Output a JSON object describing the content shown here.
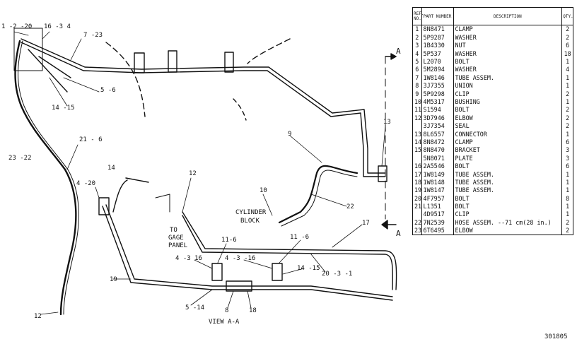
{
  "diagram": {
    "callouts": [
      {
        "id": "c1",
        "text": "1 -2 -20"
      },
      {
        "id": "c2",
        "text": "16 -3 4"
      },
      {
        "id": "c3",
        "text": "7 -23"
      },
      {
        "id": "c4",
        "text": "5 -6"
      },
      {
        "id": "c5",
        "text": "14 -15"
      },
      {
        "id": "c6",
        "text": "21 - 6"
      },
      {
        "id": "c7",
        "text": "23 -22"
      },
      {
        "id": "c8",
        "text": "4 -20"
      },
      {
        "id": "c9",
        "text": "14"
      },
      {
        "id": "c10",
        "text": "12"
      },
      {
        "id": "c11",
        "text": "9"
      },
      {
        "id": "c12",
        "text": "13"
      },
      {
        "id": "c13",
        "text": "10"
      },
      {
        "id": "c14",
        "text": "22"
      },
      {
        "id": "c15",
        "text": "17"
      },
      {
        "id": "c16",
        "text": "11-6"
      },
      {
        "id": "c17",
        "text": "11 -6"
      },
      {
        "id": "c18",
        "text": "4 -3 16"
      },
      {
        "id": "c19",
        "text": "4 -3 -16"
      },
      {
        "id": "c20",
        "text": "14 -15"
      },
      {
        "id": "c21",
        "text": "20 -3 -1"
      },
      {
        "id": "c22",
        "text": "19"
      },
      {
        "id": "c23",
        "text": "5 -14"
      },
      {
        "id": "c24",
        "text": "8"
      },
      {
        "id": "c25",
        "text": "18"
      },
      {
        "id": "c26",
        "text": "12"
      }
    ],
    "labels": {
      "cylinder_block_1": "CYLINDER",
      "cylinder_block_2": "BLOCK",
      "to_gage_1": "TO",
      "to_gage_2": "GAGE",
      "to_gage_3": "PANEL",
      "view": "VIEW A-A",
      "section_top": "A",
      "section_bottom": "A"
    }
  },
  "parts_table": {
    "headers": {
      "ref": "REF. NO.",
      "part_number": "PART NUMBER",
      "description": "DESCRIPTION",
      "qty": "QTY."
    },
    "rows": [
      {
        "ref": "1",
        "pn": "8N8471",
        "desc": "CLAMP",
        "qty": "2"
      },
      {
        "ref": "2",
        "pn": "5P9287",
        "desc": "WASHER",
        "qty": "2"
      },
      {
        "ref": "3",
        "pn": "1B4330",
        "desc": "NUT",
        "qty": "6"
      },
      {
        "ref": "4",
        "pn": "5P537",
        "desc": "WASHER",
        "qty": "18"
      },
      {
        "ref": "5",
        "pn": "L2070",
        "desc": "BOLT",
        "qty": "1"
      },
      {
        "ref": "6",
        "pn": "5M2894",
        "desc": "WASHER",
        "qty": "4"
      },
      {
        "ref": "7",
        "pn": "1W8146",
        "desc": "TUBE ASSEM.",
        "qty": "1"
      },
      {
        "ref": "8",
        "pn": "3J7355",
        "desc": "UNION",
        "qty": "1"
      },
      {
        "ref": "9",
        "pn": "5P9298",
        "desc": "CLIP",
        "qty": "2"
      },
      {
        "ref": "10",
        "pn": "4M5317",
        "desc": "BUSHING",
        "qty": "1"
      },
      {
        "ref": "11",
        "pn": "S1594",
        "desc": "BOLT",
        "qty": "2"
      },
      {
        "ref": "12",
        "pn": "3D7946",
        "desc": "ELBOW",
        "qty": "2"
      },
      {
        "ref": "",
        "pn": "3J7354",
        "desc": "SEAL",
        "qty": "2"
      },
      {
        "ref": "13",
        "pn": "8L6557",
        "desc": "CONNECTOR",
        "qty": "1"
      },
      {
        "ref": "14",
        "pn": "8N8472",
        "desc": "CLAMP",
        "qty": "6"
      },
      {
        "ref": "15",
        "pn": "8N8470",
        "desc": "BRACKET",
        "qty": "3"
      },
      {
        "ref": "",
        "pn": "5N8071",
        "desc": "PLATE",
        "qty": "3"
      },
      {
        "ref": "16",
        "pn": "2A5546",
        "desc": "BOLT",
        "qty": "6"
      },
      {
        "ref": "17",
        "pn": "1W8149",
        "desc": "TUBE ASSEM.",
        "qty": "1"
      },
      {
        "ref": "18",
        "pn": "1W8148",
        "desc": "TUBE ASSEM.",
        "qty": "1"
      },
      {
        "ref": "19",
        "pn": "1W8147",
        "desc": "TUBE ASSEM.",
        "qty": "1"
      },
      {
        "ref": "20",
        "pn": "4F7957",
        "desc": "BOLT",
        "qty": "8"
      },
      {
        "ref": "21",
        "pn": "L1351",
        "desc": "BOLT",
        "qty": "1"
      },
      {
        "ref": "",
        "pn": "4D9517",
        "desc": "CLIP",
        "qty": "1"
      },
      {
        "ref": "22",
        "pn": "7N2539",
        "desc": "HOSE ASSEM. --71 cm(28 in.)",
        "qty": "2"
      },
      {
        "ref": "23",
        "pn": "6T6495",
        "desc": "ELBOW",
        "qty": "2"
      }
    ]
  },
  "drawing_number": "301805"
}
